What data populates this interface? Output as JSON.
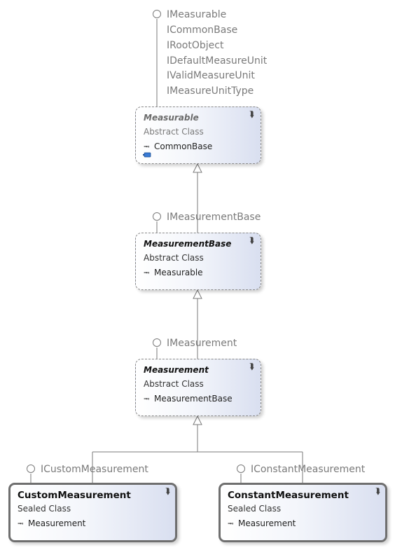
{
  "classes": {
    "measurable": {
      "name": "Measurable",
      "kind": "Abstract Class",
      "base": "CommonBase",
      "interfaces": [
        "IMeasurable",
        "ICommonBase",
        "IRootObject",
        "IDefaultMeasureUnit",
        "IValidMeasureUnit",
        "IMeasureUnitType"
      ]
    },
    "measurement_base": {
      "name": "MeasurementBase",
      "kind": "Abstract Class",
      "base": "Measurable",
      "interfaces": [
        "IMeasurementBase"
      ]
    },
    "measurement": {
      "name": "Measurement",
      "kind": "Abstract Class",
      "base": "MeasurementBase",
      "interfaces": [
        "IMeasurement"
      ]
    },
    "custom_measurement": {
      "name": "CustomMeasurement",
      "kind": "Sealed Class",
      "base": "Measurement",
      "interfaces": [
        "ICustomMeasurement"
      ]
    },
    "constant_measurement": {
      "name": "ConstantMeasurement",
      "kind": "Sealed Class",
      "base": "Measurement",
      "interfaces": [
        "IConstantMeasurement"
      ]
    }
  },
  "icons": {
    "expand": "double-chevron-down-icon",
    "inherits": "inheritance-arrow-icon",
    "interface": "lollipop-interface-icon",
    "field": "blue-field-icon"
  },
  "colors": {
    "line": "#7a7a7a",
    "interface_text": "#7a7a7a",
    "box_gradient_end": "#d9dff0",
    "field_icon": "#3a7bd5"
  }
}
